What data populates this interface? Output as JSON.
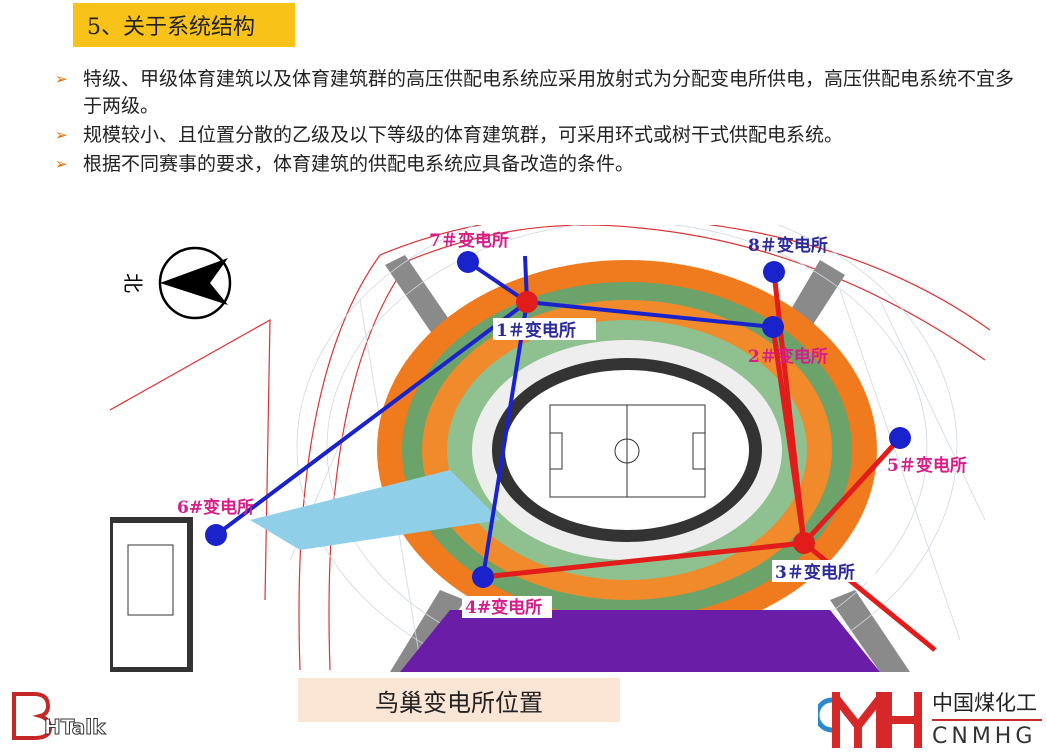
{
  "title": "5、关于系统结构",
  "bullets": [
    "特级、甲级体育建筑以及体育建筑群的高压供配电系统应采用放射式为分配变电所供电，高压供配电系统不宜多于两级。",
    "规模较小、且位置分散的乙级及以下等级的体育建筑群，可采用环式或树干式供配电系统。",
    "根据不同赛事的要求，体育建筑的供配电系统应具备改造的条件。"
  ],
  "diagram": {
    "north_label": "北",
    "substations": {
      "s1": "1＃变电所",
      "s2": "2＃变电所",
      "s3": "3＃变电所",
      "s4": "4#变电所",
      "s5": "5＃变电所",
      "s6": "6#变电所",
      "s7": "7＃变电所",
      "s8": "8＃变电所"
    },
    "colors": {
      "blue": "#1a22cc",
      "red": "#e21b1b",
      "magenta": "#d61d8a",
      "navy": "#2a2a9a"
    }
  },
  "caption": "鸟巢变电所位置",
  "logos": {
    "left": "BHTalk",
    "right_name": "中国煤化工",
    "right_abbr": "CNMHG"
  }
}
